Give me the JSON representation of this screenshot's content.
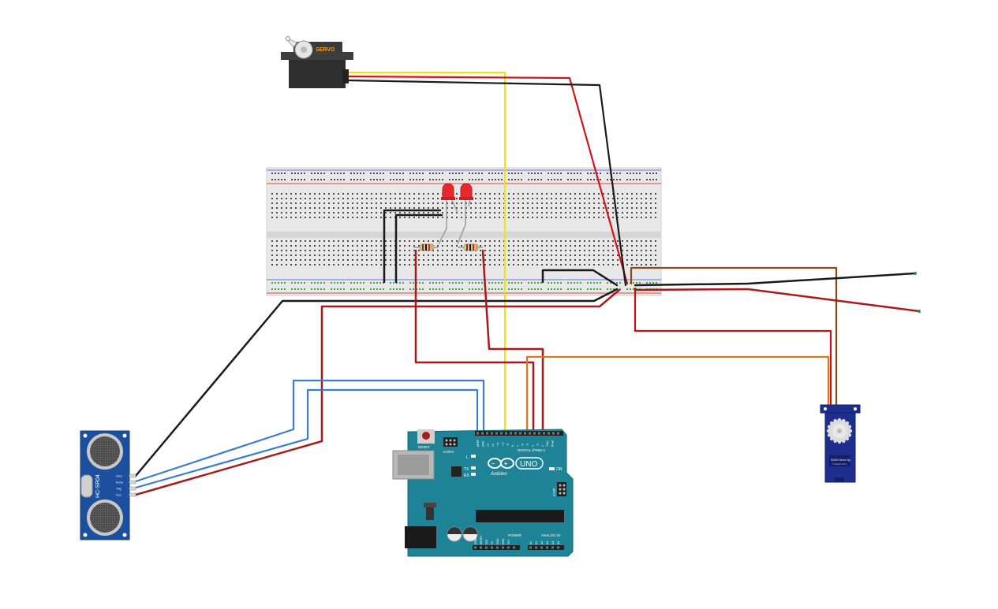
{
  "diagram": {
    "servo_top": {
      "brand": "SERVO"
    },
    "ultrasonic": {
      "model": "HC-SR04",
      "pins": [
        "Gnd",
        "Echo",
        "Trig",
        "Vcc"
      ]
    },
    "arduino": {
      "reset_label": "RESET",
      "icsp2_label": "ICSP2",
      "icsp_label": "ICSP",
      "digital_label": "DIGITAL (PWM~)",
      "brand": "Arduino",
      "model": "UNO",
      "led_labels": [
        "L",
        "TX",
        "RX"
      ],
      "on_label": "ON",
      "power_label": "POWER",
      "analog_label": "ANALOG IN",
      "top_pins": [
        "AREF",
        "GND",
        "13",
        "12",
        "~11",
        "~10",
        "~9",
        "8",
        "7",
        "~6",
        "~5",
        "4",
        "~3",
        "2",
        "TX▸1",
        "RX◂0"
      ],
      "bottom_pins_power": [
        "IOREF",
        "RESET",
        "3V3",
        "5V",
        "GND",
        "GND",
        "VIN"
      ],
      "bottom_pins_analog": [
        "A0",
        "A1",
        "A2",
        "A3",
        "A4",
        "A5"
      ]
    },
    "servo_right": {
      "model": "SG90 Servo 9g",
      "sub": "TOWER PRO"
    },
    "colors": {
      "wire_red": "#c0141a",
      "wire_darkred": "#a8191c",
      "wire_black": "#1a1a1a",
      "wire_yellow": "#f2e300",
      "wire_blue": "#3a7bd5",
      "wire_orange": "#e0761c",
      "wire_brown": "#8a4a14",
      "arduino_board": "#1e8396",
      "sensor_board": "#1c4f9c",
      "servo_blue": "#1e2e8e",
      "led_red": "#e8282a"
    }
  }
}
